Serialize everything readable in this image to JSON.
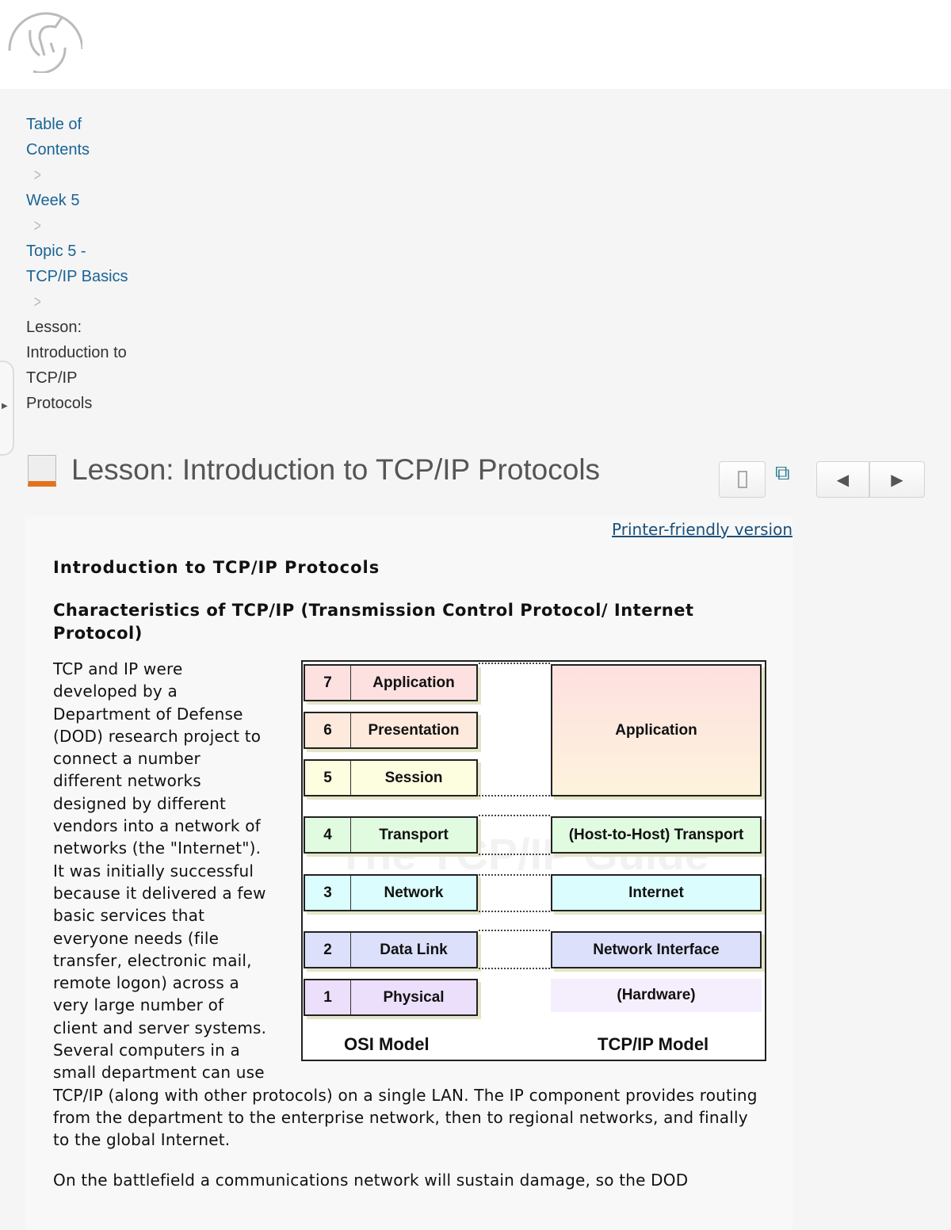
{
  "breadcrumbs": [
    {
      "label": "Table of Contents"
    },
    {
      "label": "Week 5"
    },
    {
      "label": "Topic 5 - TCP/IP Basics"
    }
  ],
  "current_crumb": "Lesson: Introduction to TCP/IP Protocols",
  "page_title": "Lesson: Introduction to TCP/IP Protocols",
  "icons": {
    "bookmark": "bookmark-icon",
    "popout": "open-new-window-icon",
    "prev": "previous-arrow-icon",
    "next": "next-arrow-icon"
  },
  "accent": "#1a6496",
  "printer_link": "Printer-friendly version",
  "heading": "Introduction to TCP/IP Protocols",
  "subheading": "Characteristics of TCP/IP (Transmission Control Protocol/ Internet Protocol)",
  "paragraphs": [
    "TCP and IP were developed by a Department of Defense (DOD) research project to connect a number different networks designed by different vendors into a network of networks (the \"Internet\"). It was initially successful because it delivered a few basic services that everyone needs (file transfer, electronic mail, remote logon) across a very large number of client and server systems. Several computers in a small department can use TCP/IP (along with other protocols) on a single LAN. The IP component provides routing from the department to the enterprise network, then to regional networks, and finally to the global Internet.",
    "On the battlefield a communications network will sustain damage, so the DOD"
  ],
  "diagram": {
    "watermark": "The TCP/IP Guide",
    "osi_label": "OSI Model",
    "tcpip_label": "TCP/IP Model",
    "osi": [
      {
        "num": "7",
        "name": "Application",
        "color": "#fde0e0"
      },
      {
        "num": "6",
        "name": "Presentation",
        "color": "#fdeadc"
      },
      {
        "num": "5",
        "name": "Session",
        "color": "#fdfde0"
      },
      {
        "num": "4",
        "name": "Transport",
        "color": "#e0fbe0"
      },
      {
        "num": "3",
        "name": "Network",
        "color": "#dcfdfd"
      },
      {
        "num": "2",
        "name": "Data Link",
        "color": "#dde0fb"
      },
      {
        "num": "1",
        "name": "Physical",
        "color": "#ecdffb"
      }
    ],
    "tcpip": [
      {
        "name": "Application"
      },
      {
        "name": "(Host-to-Host) Transport",
        "color": "#e0fbe0"
      },
      {
        "name": "Internet",
        "color": "#dcfdfd"
      },
      {
        "name": "Network Interface",
        "color": "#dde0fb"
      },
      {
        "name": "(Hardware)",
        "color": "#f5eefd"
      }
    ]
  }
}
